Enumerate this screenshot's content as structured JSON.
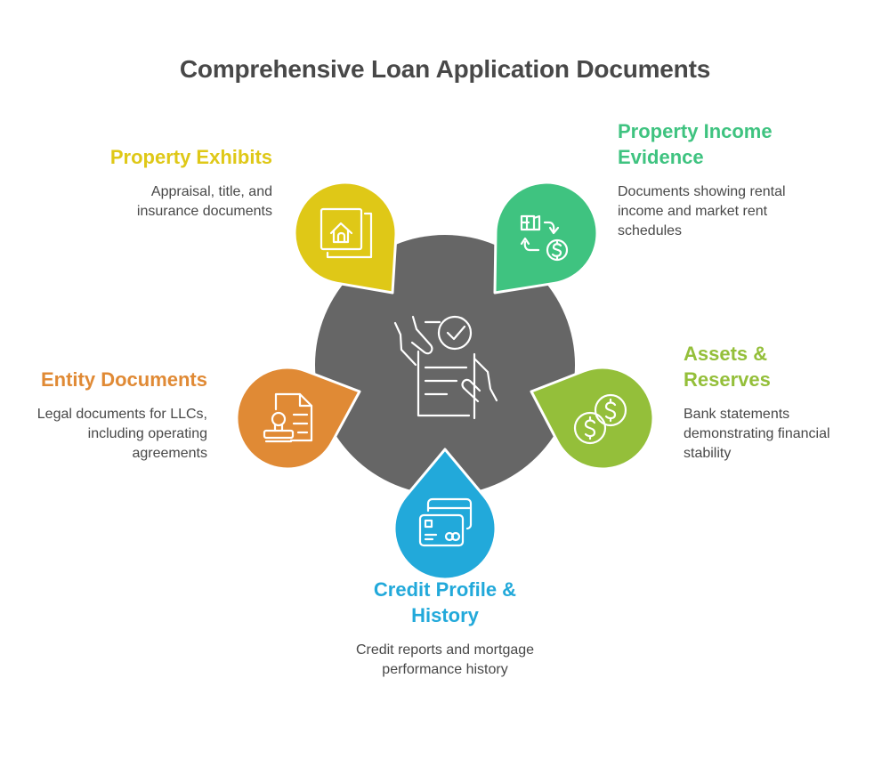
{
  "title": "Comprehensive Loan Application Documents",
  "center": {
    "icon": "document-checklist-hands-icon",
    "color": "#666666"
  },
  "items": [
    {
      "heading": "Property Exhibits",
      "description": "Appraisal, title, and insurance documents",
      "color": "#DFC817",
      "icon": "house-document-icon"
    },
    {
      "heading": "Property Income Evidence",
      "description": "Documents showing rental income and market rent schedules",
      "color": "#3FC380",
      "icon": "money-exchange-icon"
    },
    {
      "heading": "Entity Documents",
      "description": "Legal documents for LLCs, including operating agreements",
      "color": "#E08A35",
      "icon": "stamp-document-icon"
    },
    {
      "heading": "Assets & Reserves",
      "description": "Bank statements demonstrating financial stability",
      "color": "#94BF3A",
      "icon": "coins-icon"
    },
    {
      "heading": "Credit Profile & History",
      "description": "Credit reports and mortgage performance history",
      "color": "#22A9DA",
      "icon": "credit-cards-icon"
    }
  ]
}
